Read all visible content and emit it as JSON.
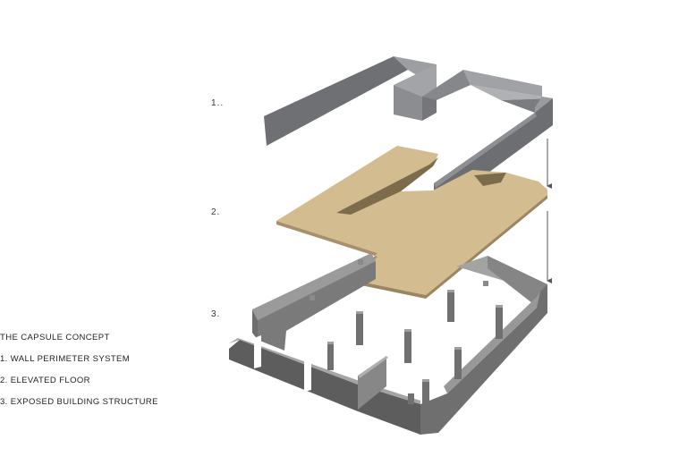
{
  "layers": [
    {
      "number": "1.."
    },
    {
      "number": "2."
    },
    {
      "number": "3."
    }
  ],
  "caption": {
    "title": "THE CAPSULE CONCEPT",
    "items": [
      "1. WALL PERIMETER SYSTEM",
      "2. ELEVATED FLOOR",
      "3. EXPOSED BUILDING STRUCTURE"
    ]
  },
  "colors": {
    "wall_gray": "#8a8b8e",
    "floor_tan": "#d3bc8f",
    "concrete": "#7d7d7d",
    "arrow": "#555555"
  }
}
